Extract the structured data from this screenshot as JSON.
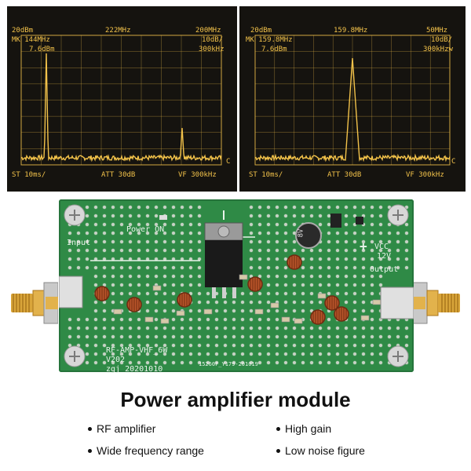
{
  "scope_left": {
    "ref_level": "20dBm",
    "center_freq": "222MHz",
    "span": "200MHz",
    "marker_freq": "MK 144MHz",
    "marker_level": "7.6dBm",
    "scale": "10dB/",
    "rbw": "300kHz",
    "corner_mark": "C",
    "sweep_time": "ST 10ms/",
    "attenuation": "ATT 30dB",
    "vbw": "VF 300kHz",
    "trace_color": "#f2c24a"
  },
  "scope_right": {
    "ref_level": "20dBm",
    "center_freq": "159.8MHz",
    "span": "50MHz",
    "marker_freq": "MK 159.8MHz",
    "marker_level": "7.6dBm",
    "scale": "10dB/",
    "rbw": "300kHzw",
    "corner_mark": "C",
    "sweep_time": "ST 10ms/",
    "attenuation": "ATT 30dB",
    "vbw": "VF 300kHz",
    "trace_color": "#f2c24a"
  },
  "board": {
    "power_label": "Power ON",
    "input_label": "Input",
    "output_label": "Output",
    "vcc_label": "VCC",
    "voltage_label": "12V",
    "plus_sign": "+",
    "model": "RF-AMP-VHF_6W",
    "version": "V202",
    "designer": "zgj 20201010",
    "serial": "15260F_Y179-201019",
    "capacitor_text": "8V",
    "pcb_color": "#2f8a46"
  },
  "title": "Power amplifier module",
  "features": [
    "RF amplifier",
    "High gain",
    "Wide frequency range",
    "Low noise figure"
  ]
}
